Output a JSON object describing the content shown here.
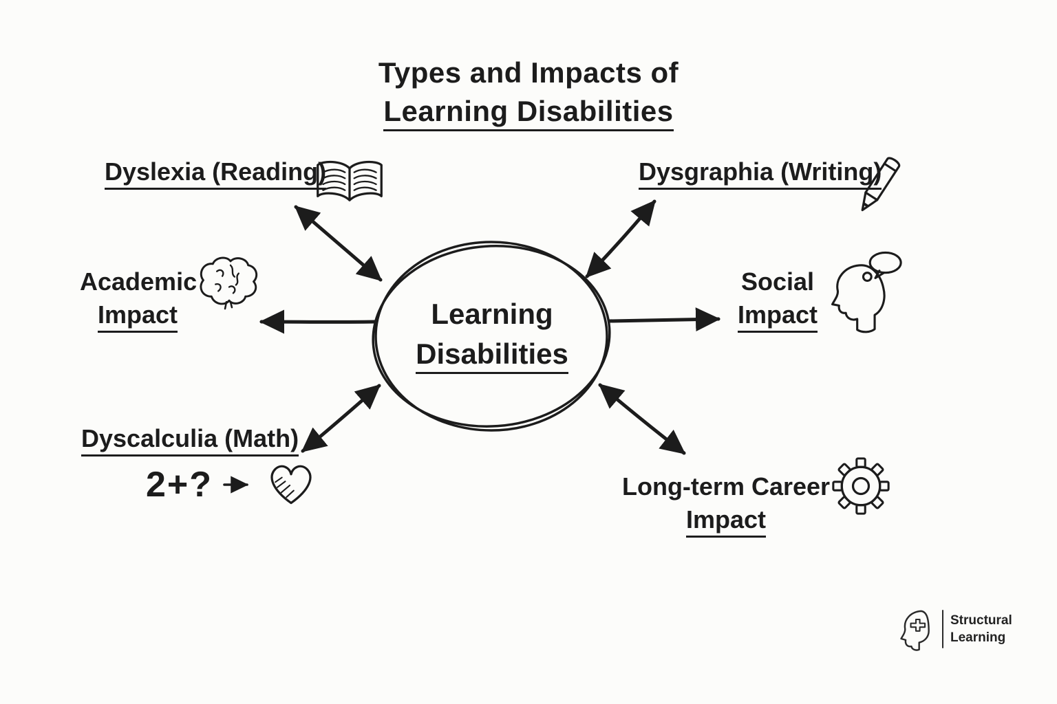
{
  "colors": {
    "ink": "#1c1c1c",
    "background": "#fcfcfa"
  },
  "title": {
    "line1": "Types and Impacts of",
    "line2": "Learning Disabilities"
  },
  "center": {
    "line1": "Learning",
    "line2": "Disabilities"
  },
  "nodes": {
    "dyslexia": {
      "label": "Dyslexia (Reading)"
    },
    "dysgraphia": {
      "label": "Dysgraphia (Writing)"
    },
    "academic": {
      "line1": "Academic",
      "line2": "Impact"
    },
    "social": {
      "line1": "Social",
      "line2": "Impact"
    },
    "dyscalculia": {
      "label": "Dyscalculia (Math)",
      "equation": "2+?"
    },
    "career": {
      "line1": "Long-term Career",
      "line2": "Impact"
    }
  },
  "icons": {
    "dyslexia": "open-book-icon",
    "dysgraphia": "pencil-icon",
    "academic": "brain-icon",
    "social": "head-speech-bubble-icon",
    "dyscalculia": "heart-icon",
    "career": "gear-icon",
    "logo": "head-profile-puzzle-icon"
  },
  "logo": {
    "line1": "Structural",
    "line2": "Learning"
  }
}
